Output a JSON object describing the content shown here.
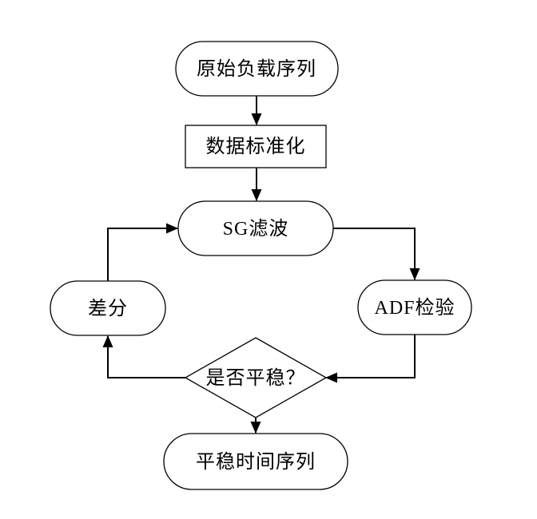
{
  "diagram": {
    "type": "flowchart",
    "background": "#ffffff",
    "colors": {
      "shape_fill": "#ffffff",
      "stroke": "#000000",
      "text": "#000000"
    },
    "nodes": [
      {
        "id": "start",
        "label": "原始负载序列",
        "shape": "stadium"
      },
      {
        "id": "normalize",
        "label": "数据标准化",
        "shape": "rectangle"
      },
      {
        "id": "sg-filter",
        "label": "SG滤波",
        "shape": "stadium"
      },
      {
        "id": "difference",
        "label": "差分",
        "shape": "stadium"
      },
      {
        "id": "adf-test",
        "label": "ADF检验",
        "shape": "stadium"
      },
      {
        "id": "decision",
        "label": "是否平稳？",
        "shape": "diamond"
      },
      {
        "id": "end",
        "label": "平稳时间序列",
        "shape": "stadium"
      }
    ],
    "edges": [
      {
        "from": "start",
        "to": "normalize"
      },
      {
        "from": "normalize",
        "to": "sg-filter"
      },
      {
        "from": "sg-filter",
        "to": "adf-test"
      },
      {
        "from": "adf-test",
        "to": "decision"
      },
      {
        "from": "decision",
        "to": "difference"
      },
      {
        "from": "difference",
        "to": "sg-filter"
      },
      {
        "from": "decision",
        "to": "end"
      }
    ]
  }
}
